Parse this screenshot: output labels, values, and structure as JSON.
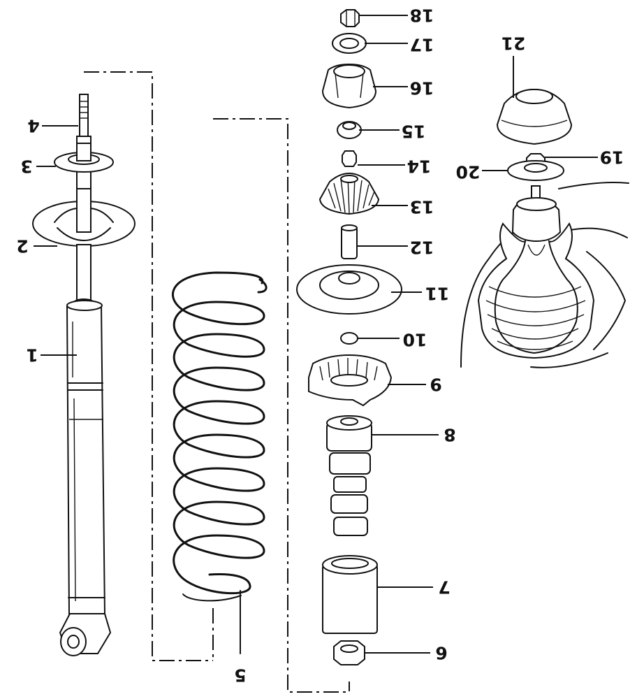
{
  "diagram": {
    "parts": [
      {
        "id": "p1",
        "label": "1"
      },
      {
        "id": "p2",
        "label": "2"
      },
      {
        "id": "p3",
        "label": "3"
      },
      {
        "id": "p4",
        "label": "4"
      },
      {
        "id": "p5",
        "label": "5"
      },
      {
        "id": "p6",
        "label": "6"
      },
      {
        "id": "p7",
        "label": "7"
      },
      {
        "id": "p8",
        "label": "8"
      },
      {
        "id": "p9",
        "label": "9"
      },
      {
        "id": "p10",
        "label": "10"
      },
      {
        "id": "p11",
        "label": "11"
      },
      {
        "id": "p12",
        "label": "12"
      },
      {
        "id": "p13",
        "label": "13"
      },
      {
        "id": "p14",
        "label": "14"
      },
      {
        "id": "p15",
        "label": "15"
      },
      {
        "id": "p16",
        "label": "16"
      },
      {
        "id": "p17",
        "label": "17"
      },
      {
        "id": "p18",
        "label": "18"
      },
      {
        "id": "p19",
        "label": "19"
      },
      {
        "id": "p20",
        "label": "20"
      },
      {
        "id": "p21",
        "label": "21"
      }
    ]
  }
}
